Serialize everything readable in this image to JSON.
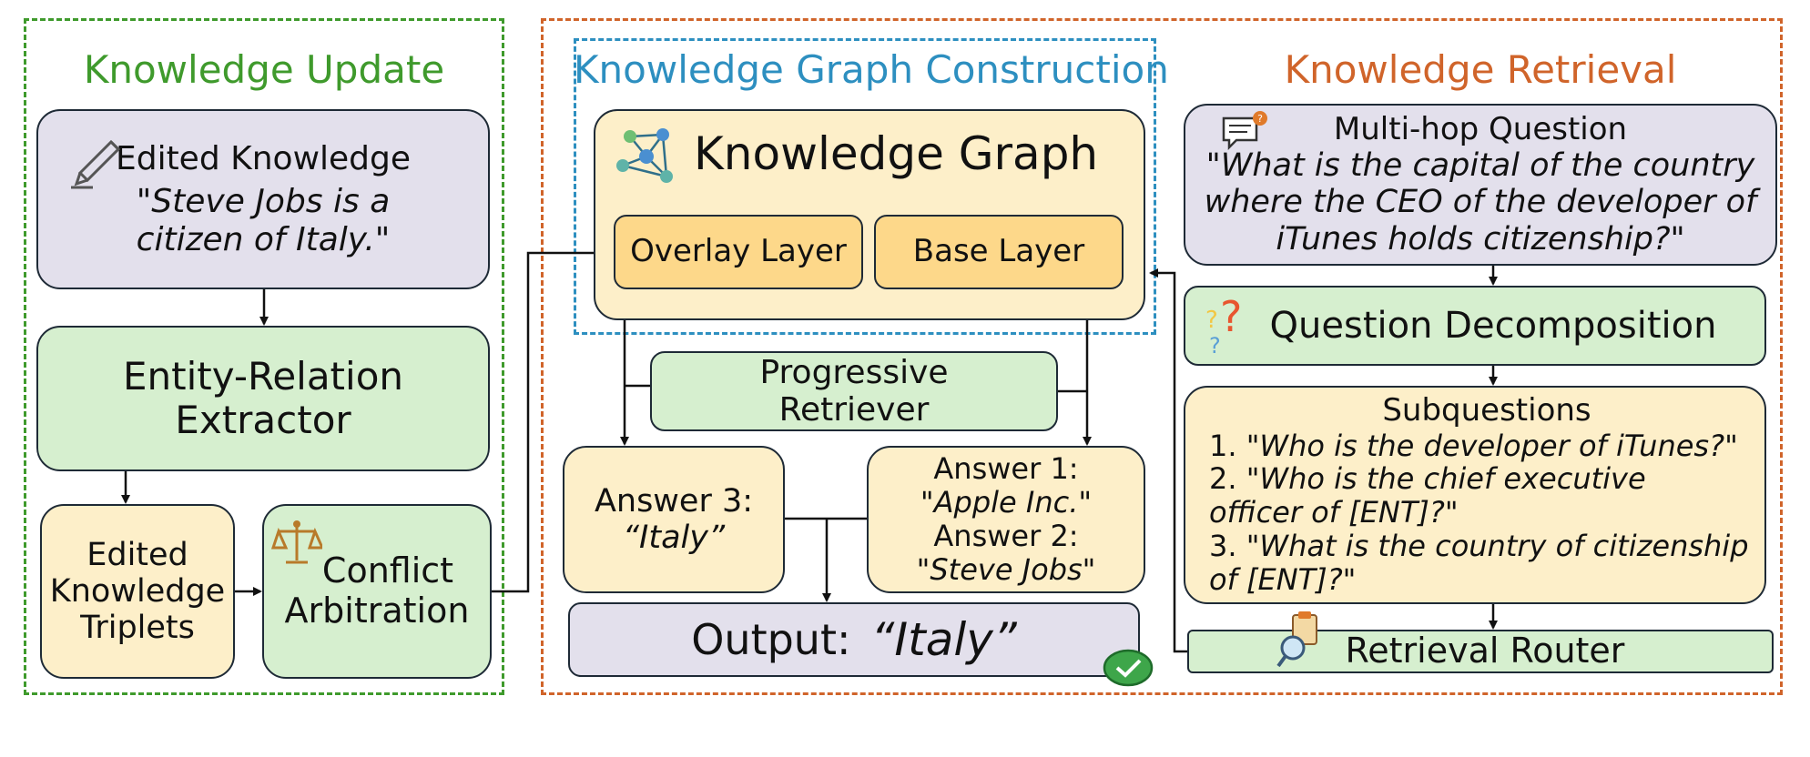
{
  "colors": {
    "update_border": "#3f9a2c",
    "retrieval_border": "#d0642a",
    "construction_border": "#2d8fc0",
    "purple_box": "#e3e0ec",
    "green_box": "#d6efcf",
    "yellow_box": "#fdefc9",
    "orange_layer": "#fdd88a"
  },
  "update": {
    "title": "Knowledge Update",
    "edited": {
      "title": "Edited Knowledge",
      "quote_line1": "\"Steve Jobs is a",
      "quote_line2": "citizen of Italy.\""
    },
    "extractor": {
      "line1": "Entity-Relation",
      "line2": "Extractor"
    },
    "triplets": {
      "line1": "Edited",
      "line2": "Knowledge",
      "line3": "Triplets"
    },
    "conflict": {
      "line1": "Conflict",
      "line2": "Arbitration"
    }
  },
  "construction": {
    "title": "Knowledge Graph Construction",
    "kg_title": "Knowledge Graph",
    "overlay": "Overlay Layer",
    "base": "Base Layer"
  },
  "middle": {
    "retriever": {
      "line1": "Progressive",
      "line2": "Retriever"
    },
    "answer3": {
      "label": "Answer 3:",
      "value": "“Italy”"
    },
    "answer12": {
      "label1": "Answer 1:",
      "value1": "\"Apple Inc.\"",
      "label2": "Answer 2:",
      "value2": "\"Steve Jobs\""
    },
    "output": {
      "label": "Output:",
      "value": "“Italy”"
    }
  },
  "retrieval": {
    "title": "Knowledge Retrieval",
    "question": {
      "title": "Multi-hop Question",
      "line1": "\"What is the capital of the country",
      "line2": "where the CEO of the developer of",
      "line3": "iTunes holds citizenship?\""
    },
    "decomposition": "Question Decomposition",
    "subquestions": {
      "title": "Subquestions",
      "q1_num": "1.",
      "q1": "\"Who is the developer of iTunes?\"",
      "q2_num": "2.",
      "q2a": "\"Who is the chief executive",
      "q2b": "officer of [ENT]?\"",
      "q3_num": "3.",
      "q3a": "\"What is the country of citizenship",
      "q3b": "of [ENT]?\""
    },
    "router": "Retrieval Router"
  }
}
